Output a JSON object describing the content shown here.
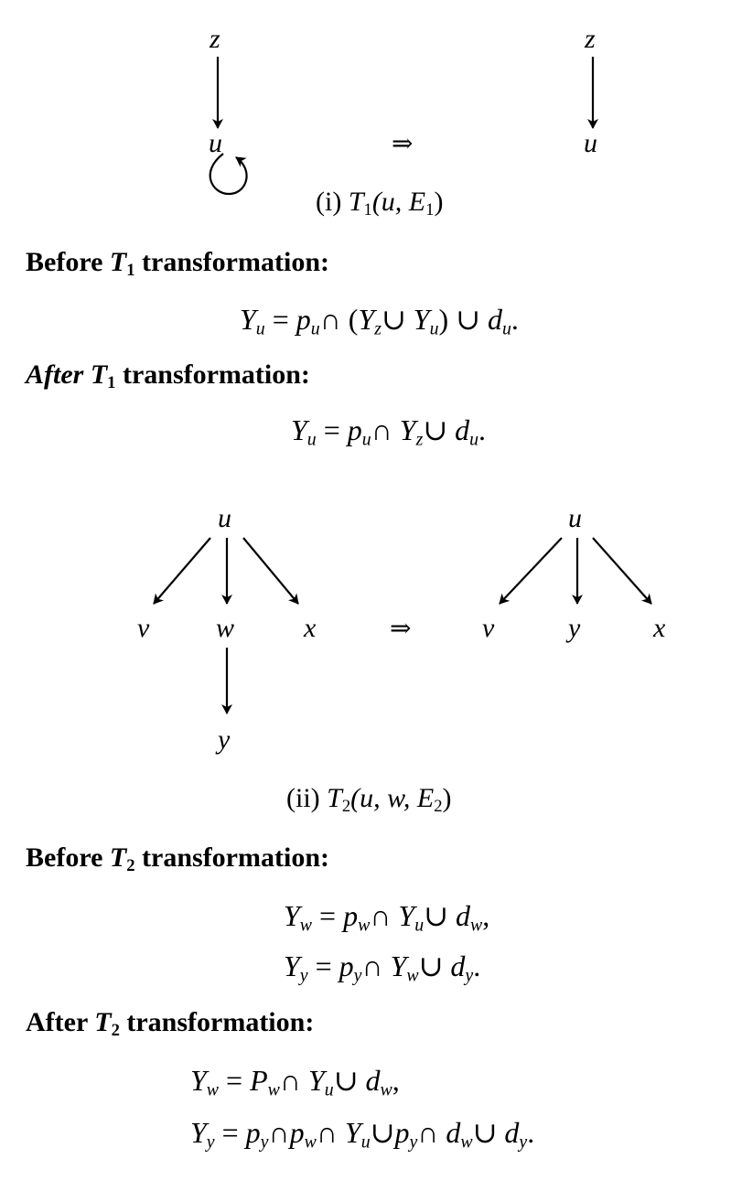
{
  "figure1": {
    "nodes": {
      "z_left": "z",
      "u_left": "u",
      "z_right": "z",
      "u_right": "u"
    },
    "arrow": "⇒",
    "caption": {
      "prefix": "(i)",
      "transform": "T",
      "sub": "1",
      "args": "(u, E",
      "args_sub": "1",
      "close": ")"
    }
  },
  "section1": {
    "before_heading": {
      "word": "Before",
      "T": "T",
      "sub": "1",
      "rest": "transformation:"
    },
    "before_eq": "Y_u = p_u ∩ (Y_z ∪ Y_u) ∪ d_u.",
    "after_heading": {
      "word": "After",
      "T": "T",
      "sub": "1",
      "rest": "transformation:"
    },
    "after_eq": "Y_u = p_u ∩ Y_z ∪ d_u."
  },
  "figure2": {
    "left_nodes": {
      "u": "u",
      "v": "v",
      "w": "w",
      "x": "x",
      "y": "y"
    },
    "right_nodes": {
      "u": "u",
      "v": "v",
      "y": "y",
      "x": "x"
    },
    "arrow": "⇒",
    "caption": {
      "prefix": "(ii)",
      "transform": "T",
      "sub": "2",
      "args": "(u, w, E",
      "args_sub": "2",
      "close": ")"
    }
  },
  "section2": {
    "before_heading": {
      "word": "Before",
      "T": "T",
      "sub": "2",
      "rest": "transformation:"
    },
    "before_eqs": [
      "Y_w = p_w ∩ Y_u ∪ d_w,",
      "Y_y = p_y ∩ Y_w ∪ d_y."
    ],
    "after_heading": {
      "word": "After",
      "T": "T",
      "sub": "2",
      "rest": "transformation:"
    },
    "after_eqs": [
      "Y_w = P_w ∩ Y_u ∪ d_w,",
      "Y_y = p_y ∩ p_w ∩ Y_u ∪ p_y ∩ d_w ∪ d_y."
    ]
  },
  "symbols": {
    "cap": "∩",
    "cup": "∪",
    "eq": "="
  }
}
